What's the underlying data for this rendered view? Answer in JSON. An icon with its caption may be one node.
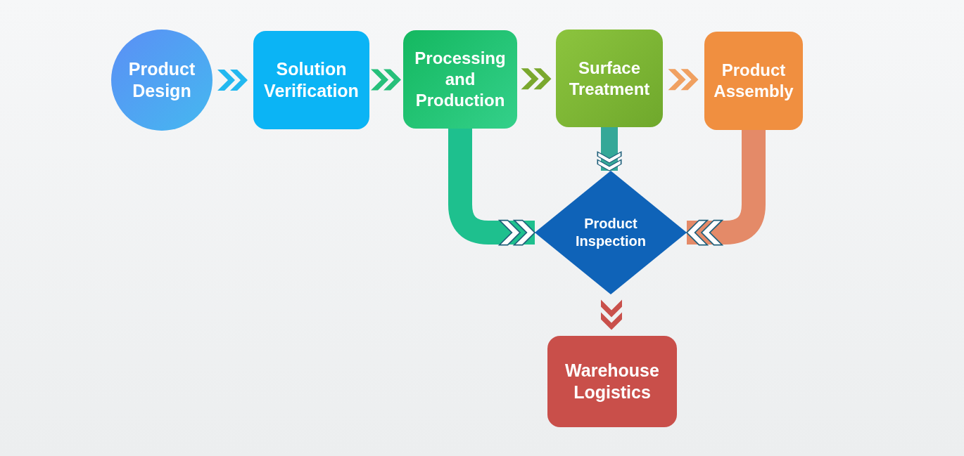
{
  "diagram": {
    "nodes": [
      {
        "text": [
          "Product Design"
        ]
      },
      {
        "text": [
          "Solution Verification"
        ]
      },
      {
        "text": [
          "Processing and Production"
        ]
      },
      {
        "text": [
          "Surface Treatment"
        ]
      },
      {
        "text": [
          "Product Assembly"
        ]
      },
      {
        "text": [
          "Product Inspection"
        ]
      },
      {
        "text": [
          "Warehouse Logistics"
        ]
      }
    ],
    "edges": [
      {
        "from": 0,
        "to": 1,
        "arrow": "to",
        "color": "#22b8f0"
      },
      {
        "from": 1,
        "to": 2,
        "arrow": "to",
        "color": "#27c07a"
      },
      {
        "from": 2,
        "to": 3,
        "arrow": "to",
        "color": "#7aa82e"
      },
      {
        "from": 3,
        "to": 4,
        "arrow": "to",
        "color": "#f0a060"
      },
      {
        "from": 2,
        "to": 5,
        "arrow": "to",
        "color": "#1ec08e"
      },
      {
        "from": 3,
        "to": 5,
        "arrow": "to",
        "color": "#35a898"
      },
      {
        "from": 4,
        "to": 5,
        "arrow": "to",
        "color": "#e48a68"
      },
      {
        "from": 5,
        "to": 6,
        "arrow": "to",
        "color": "#c9504b"
      }
    ]
  }
}
